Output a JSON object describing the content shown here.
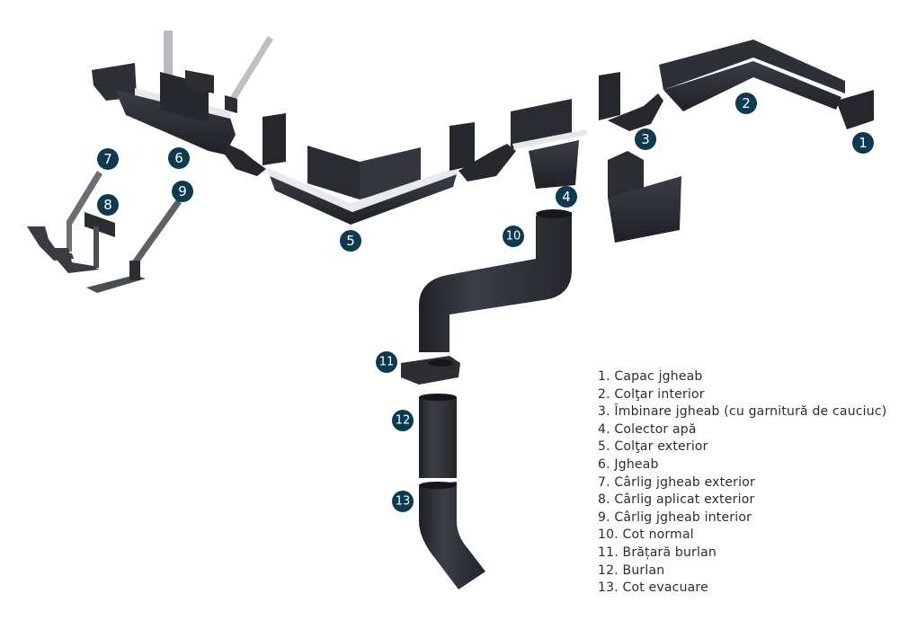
{
  "diagram": {
    "title": "Gutter system components",
    "badge_color": "#0c3a4f",
    "part_color": "#2b2d33",
    "badges": [
      {
        "number": "1",
        "part": "Capac jgheab"
      },
      {
        "number": "2",
        "part": "Colțar interior"
      },
      {
        "number": "3",
        "part": "Îmbinare jgheab (cu garnitură de cauciuc)"
      },
      {
        "number": "4",
        "part": "Colector apă"
      },
      {
        "number": "5",
        "part": "Colțar exterior"
      },
      {
        "number": "6",
        "part": "Jgheab"
      },
      {
        "number": "7",
        "part": "Cârlig jgheab exterior"
      },
      {
        "number": "8",
        "part": "Cârlig aplicat exterior"
      },
      {
        "number": "9",
        "part": "Cârlig jgheab interior"
      },
      {
        "number": "10",
        "part": "Cot normal"
      },
      {
        "number": "11",
        "part": "Brățară burlan"
      },
      {
        "number": "12",
        "part": "Burlan"
      },
      {
        "number": "13",
        "part": "Cot evacuare"
      }
    ]
  },
  "legend": {
    "items": [
      "1. Capac jgheab",
      "2. Colţar interior",
      "3. Îmbinare jgheab (cu garnitură de cauciuc)",
      "4. Colector apă",
      "5. Colţar exterior",
      "6. Jgheab",
      "7. Cârlig jgheab exterior",
      "8. Cârlig aplicat exterior",
      "9. Cârlig jgheab interior",
      "10. Cot normal",
      "11. Brățară burlan",
      "12. Burlan",
      "13. Cot evacuare"
    ]
  }
}
